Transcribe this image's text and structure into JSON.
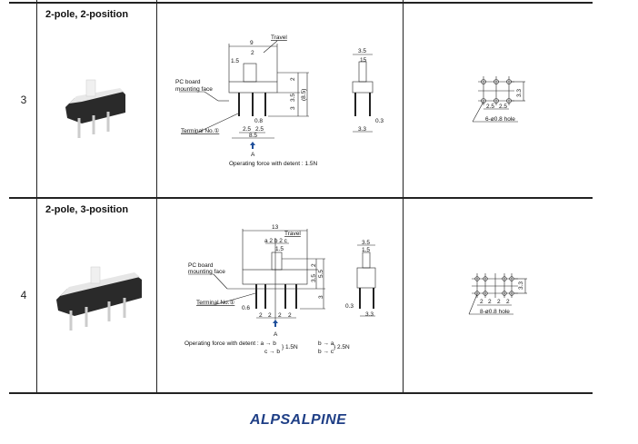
{
  "rows": [
    {
      "number": "3",
      "title": "2-pole, 2-position",
      "drawing": {
        "width": "9",
        "travel_label": "Travel",
        "travel": "2",
        "knob": "1.5",
        "pcb1": "PC board",
        "pcb2": "mounting face",
        "h_top": "2",
        "h_mid": "3.5",
        "h_total": "(8.5)",
        "h_pin": "3",
        "pin_w": "0.8",
        "pitch1": "2.5",
        "pitch2": "2.5",
        "overall": "8.5",
        "terminal": "Terminal No.①",
        "view": "A",
        "force": "Operating force with detent : 1.5N",
        "side_w": "3.5",
        "side_knob": "15",
        "side_t": "0.3",
        "side_pitch": "3.3"
      },
      "holes": {
        "row_pitch": "3.3",
        "p1": "2.5",
        "p2": "2.5",
        "note": "6-ø0.8 hole"
      }
    },
    {
      "number": "4",
      "title": "2-pole, 3-position",
      "drawing": {
        "width": "13",
        "travel_label": "Travel",
        "travel": "a 2 b 2 c",
        "knob": "1.5",
        "pcb1": "PC board",
        "pcb2": "mounting face",
        "h_top": "2",
        "h_mid": "3.5",
        "h_total": "5.5",
        "h_pin": "3",
        "pin_w": "0.6",
        "pitch": [
          "2",
          "2",
          "2",
          "2"
        ],
        "terminal": "Terminal No.①",
        "view": "A",
        "force_label": "Operating force with detent : a → b",
        "force_ab2": "c → b",
        "force1": "} 1.5N",
        "force_ba": "b → a",
        "force_bc": "b → c",
        "force2": "} 2.5N",
        "side_w": "3.5",
        "side_knob": "1.5",
        "side_t": "0.3",
        "side_pitch": "3.3"
      },
      "holes": {
        "row_pitch": "3.3",
        "pitch": [
          "2",
          "2",
          "2",
          "2"
        ],
        "note": "8-ø0.8 hole"
      }
    }
  ],
  "logo": "ALPSALPINE",
  "colors": {
    "brand": "#1f3f86",
    "arrow": "#1f4f9a"
  }
}
